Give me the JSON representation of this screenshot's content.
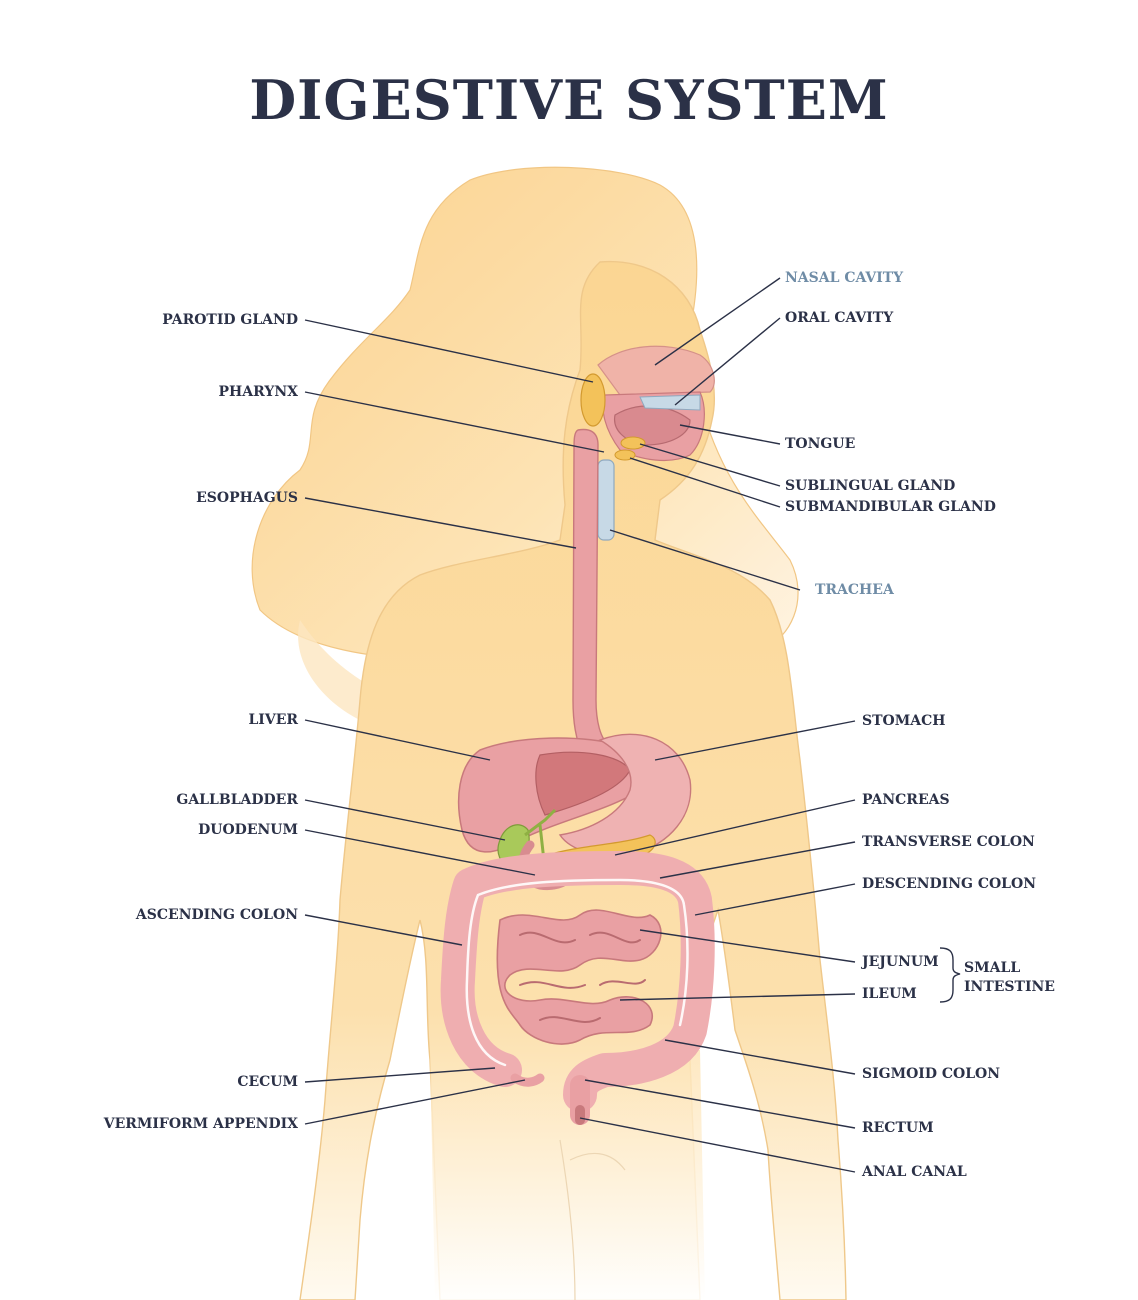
{
  "title": "DIGESTIVE SYSTEM",
  "colors": {
    "title": "#2b3147",
    "label": "#2b3147",
    "label_respiratory": "#6f8ca6",
    "body_skin": "#fbd89a",
    "hair": "#fcd58e",
    "organ_pink": "#e9a0a3",
    "organ_outline": "#c8797c",
    "gallbladder": "#a9c95a",
    "pancreas": "#f3c25a"
  },
  "labels_left": {
    "parotid_gland": "PAROTID GLAND",
    "pharynx": "PHARYNX",
    "esophagus": "ESOPHAGUS",
    "liver": "LIVER",
    "gallbladder": "GALLBLADDER",
    "duodenum": "DUODENUM",
    "ascending_colon": "ASCENDING COLON",
    "cecum": "CECUM",
    "vermiform_appendix": "VERMIFORM APPENDIX"
  },
  "labels_right": {
    "nasal_cavity": "NASAL CAVITY",
    "oral_cavity": "ORAL CAVITY",
    "tongue": "TONGUE",
    "sublingual_gland": "SUBLINGUAL GLAND",
    "submandibular_gland": "SUBMANDIBULAR GLAND",
    "trachea": "TRACHEA",
    "stomach": "STOMACH",
    "pancreas": "PANCREAS",
    "transverse_colon": "TRANSVERSE COLON",
    "descending_colon": "DESCENDING COLON",
    "jejunum": "JEJUNUM",
    "ileum": "ILEUM",
    "small_intestine_line1": "SMALL",
    "small_intestine_line2": "INTESTINE",
    "sigmoid_colon": "SIGMOID COLON",
    "rectum": "RECTUM",
    "anal_canal": "ANAL CANAL"
  }
}
